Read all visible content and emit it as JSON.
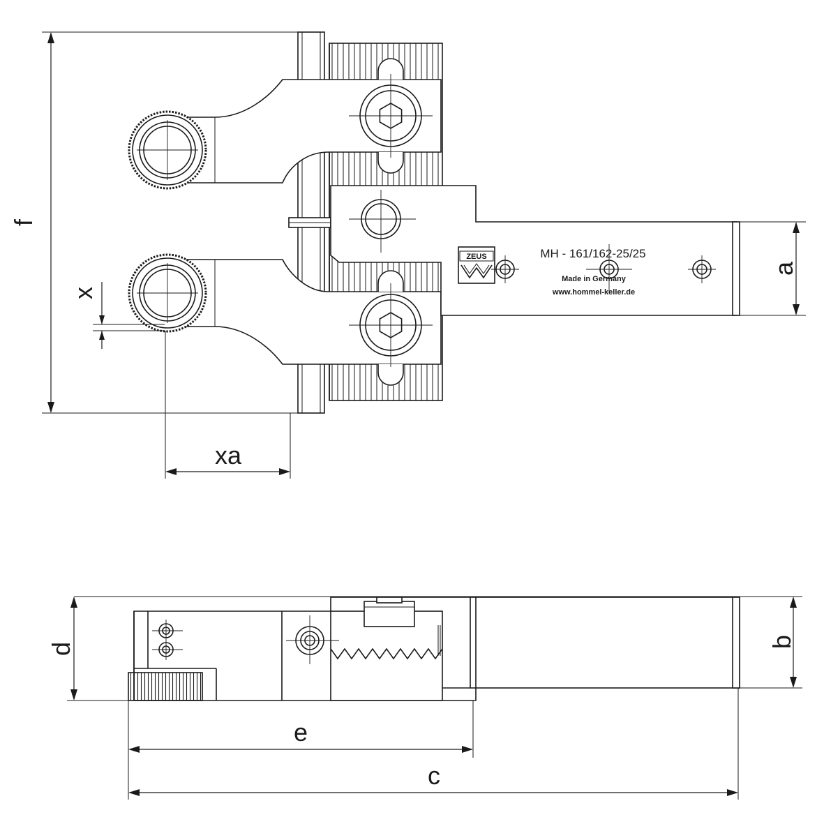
{
  "dimensions": {
    "f": "f",
    "x": "x",
    "xa": "xa",
    "a": "a",
    "d": "d",
    "b": "b",
    "e": "e",
    "c": "c"
  },
  "label": {
    "logo": "ZEUS",
    "model": "MH - 161/162-25/25",
    "made_in": "Made in Germany",
    "website": "www.hommel-keller.de"
  }
}
